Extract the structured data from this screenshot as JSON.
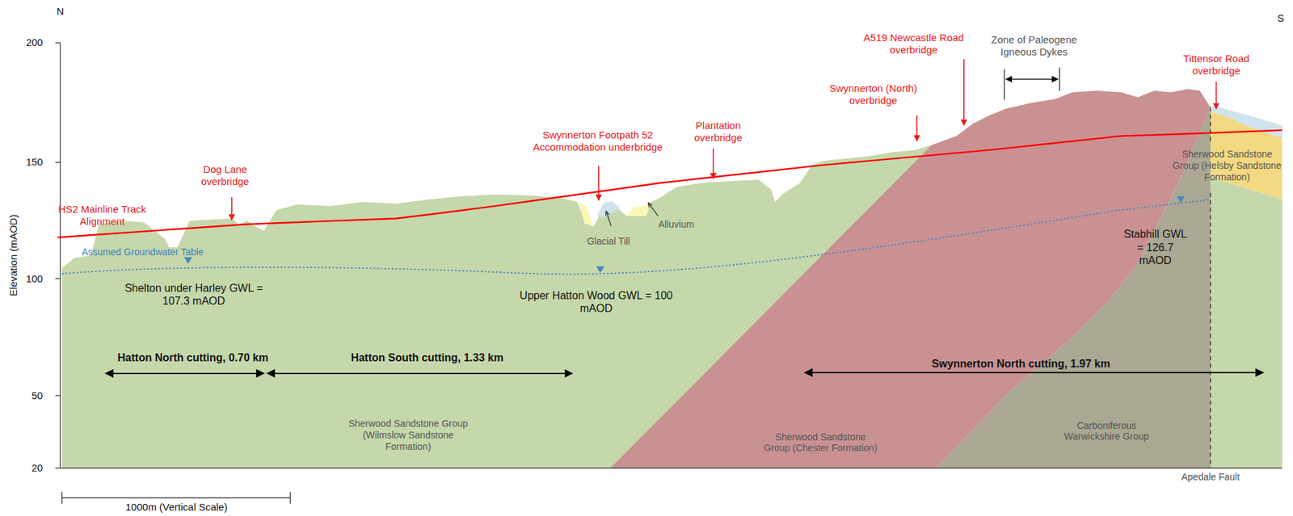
{
  "diagram": {
    "labels": [
      "N",
      "S",
      "200",
      "150",
      "100",
      "50",
      "20",
      "Elevation (mAOD)",
      "HS2 Mainline Track Alignment",
      "Dog Lane overbridge",
      "Assumed Groundwater Table",
      "Shelton under Harley GWL = 107.3 mAOD",
      "Swynnerton Footpath 52 Accommodation underbridge",
      "Plantation overbridge",
      "Swynnerton (North) overbridge",
      "A519 Newcastle Road overbridge",
      "Zone of Paleogene Igneous Dykes",
      "Tittensor Road overbridge",
      "Sherwood Sandstone Group (Helsby Sandstone Formation)",
      "Stabhill GWL = 126.7 mAOD",
      "Glacial Till",
      "Alluvium",
      "Upper Hatton Wood GWL = 100 mAOD",
      "Hatton North cutting, 0.70 km",
      "Hatton South cutting, 1.33 km",
      "Swynnerton North cutting, 1.97 km",
      "Sherwood Sandstone Group (Wilmslow Sandstone Formation)",
      "Sherwood Sandstone Group (Chester Formation)",
      "Carboniferous Warwickshire Group",
      "Apedale Fault",
      "1000m (Vertical Scale)"
    ]
  }
}
